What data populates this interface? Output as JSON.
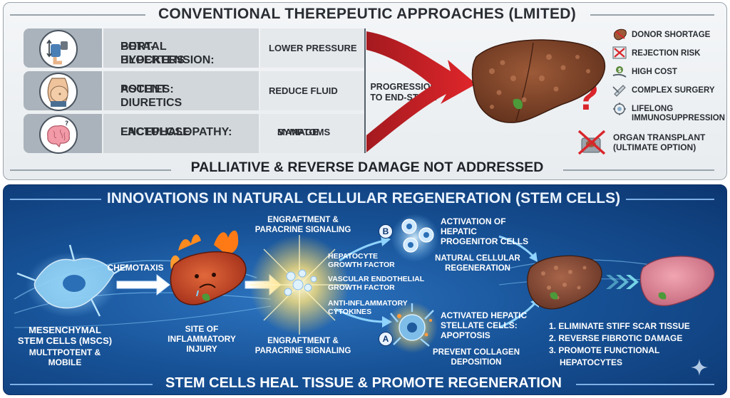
{
  "top": {
    "title": "CONVENTIONAL THEREPEUTIC APPROACHES (LMITED)",
    "rows": [
      {
        "name_line1": "PORTAL HYPERTENSION:",
        "name_line2": "BETA-BLOCKERS",
        "effect_line1": "LOWER PRESSURE",
        "effect_line2": ""
      },
      {
        "name_line1": "ASCITES:",
        "name_line2": "POTENT DIURETICS",
        "effect_line1": "REDUCE FLUID",
        "effect_line2": ""
      },
      {
        "name_line1": "ENCEPHALOPATHY:",
        "name_line2": "LACTULOSE",
        "effect_line1": "MANAGE",
        "effect_line2": "SYMPTOMS"
      }
    ],
    "progression_line1": "PROGRESSION",
    "progression_line2": "TO END-STAGE",
    "question_mark": "?",
    "transplant_cons": [
      {
        "icon": "donor-icon",
        "label_line1": "DONOR SHORTAGE",
        "label_line2": ""
      },
      {
        "icon": "rejection-icon",
        "label_line1": "REJECTION RISK",
        "label_line2": ""
      },
      {
        "icon": "cost-icon",
        "label_line1": "HIGH COST",
        "label_line2": ""
      },
      {
        "icon": "surgery-icon",
        "label_line1": "COMPLEX SURGERY",
        "label_line2": ""
      },
      {
        "icon": "immunosuppression-icon",
        "label_line1": "LIFELONG",
        "label_line2": "IMMUNOSUPPRESSION"
      },
      {
        "icon": "transplant-icon",
        "label_line1": "ORGAN TRANSPLANT",
        "label_line2": "(ULTIMATE OPTION)"
      }
    ],
    "footer": "PALLIATIVE & REVERSE DAMAGE NOT ADDRESSED"
  },
  "bottom": {
    "title": "INNOVATIONS IN NATURAL CELLULAR REGENERATION (STEM CELLS)",
    "msc_line1": "MESENCHYMAL",
    "msc_line2": "STEM CELLS (MSCS)",
    "msc_sub1": "MULTTPOTENT &",
    "msc_sub2": "MOBILE",
    "chemotaxis": "CHEMOTAXIS",
    "site_line1": "SITE OF",
    "site_line2": "INFLAMMATORY",
    "site_line3": "INJURY",
    "engraft_top1": "ENGRAFTMENT &",
    "engraft_top2": "PARACRINE SIGNALING",
    "engraft_bot1": "ENGRAFTMENT &",
    "engraft_bot2": "PARACRINE SIGNALING",
    "factor_hgf1": "HEPATOCYTE",
    "factor_hgf2": "GROWTH FACTOR",
    "factor_vegf1": "VASCULAR ENDOTHELIAL",
    "factor_vegf2": "GROWTH FACTOR",
    "factor_anti1": "ANTI-INFLAMMATORY",
    "factor_anti2": "CYTOKINES",
    "badge_b": "B",
    "badge_a": "A",
    "hpc_line1": "ACTIVATION OF",
    "hpc_line2": "HEPATIC",
    "hpc_line3": "PROGENITOR CELLS",
    "natural_line1": "NATURAL CELLULAR",
    "natural_line2": "REGENERATION",
    "hsc_line1": "ACTIVATED HEPATIC",
    "hsc_line2": "STELLATE CELLS:",
    "hsc_line3": "APOPTOSIS",
    "prevent_line1": "PREVENT COLLAGEN",
    "prevent_line2": "DEPOSITION",
    "outcomes": [
      "1. ELIMINATE STIFF SCAR TISSUE",
      "2. REVERSE FIBROTIC DAMAGE",
      "3. PROMOTE FUNCTIONAL"
    ],
    "outcome3_line2": "HEPATOCYTES",
    "footer": "STEM CELLS HEAL TISSUE & PROMOTE REGENERATION"
  },
  "colors": {
    "accent_red": "#d9262b",
    "panel_blue": "#175297",
    "liver_diseased": "#8a4a2e",
    "liver_healthy": "#d9818e"
  }
}
